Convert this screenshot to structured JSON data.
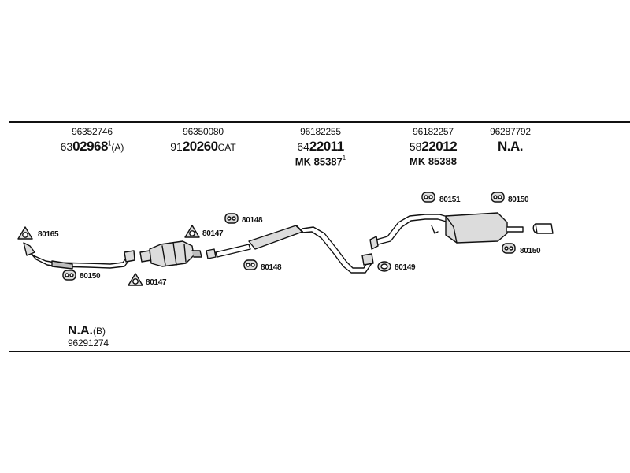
{
  "columns": [
    {
      "part_no": "96352746",
      "code_prefix": "63",
      "code_main": "02968",
      "code_sup": "1",
      "code_suffix": "(A)",
      "mk": "",
      "mk_sup": ""
    },
    {
      "part_no": "96350080",
      "code_prefix": "91",
      "code_main": "20260",
      "code_sup": "",
      "code_suffix": "CAT",
      "mk": "",
      "mk_sup": ""
    },
    {
      "part_no": "96182255",
      "code_prefix": "64",
      "code_main": "22011",
      "code_sup": "",
      "code_suffix": "",
      "mk": "MK  85387",
      "mk_sup": "1"
    },
    {
      "part_no": "96182257",
      "code_prefix": "58",
      "code_main": "22012",
      "code_sup": "",
      "code_suffix": "",
      "mk": "MK  85388",
      "mk_sup": ""
    },
    {
      "part_no": "96287792",
      "code_prefix": "",
      "code_main": "N.A.",
      "code_sup": "",
      "code_suffix": "",
      "mk": "",
      "mk_sup": ""
    }
  ],
  "callouts": {
    "c80165": "80165",
    "c80150_left": "80150",
    "c80147_bottom": "80147",
    "c80147_top": "80147",
    "c80148_top": "80148",
    "c80148_bottom": "80148",
    "c80149": "80149",
    "c80151": "80151",
    "c80150_top": "80150",
    "c80150_right": "80150"
  },
  "footer": {
    "na": "N.A.",
    "na_suffix": "(B)",
    "part_no": "96291274"
  },
  "colors": {
    "line": "#111111",
    "part_fill": "#dcdcdc",
    "part_dark": "#8a8a8a"
  }
}
